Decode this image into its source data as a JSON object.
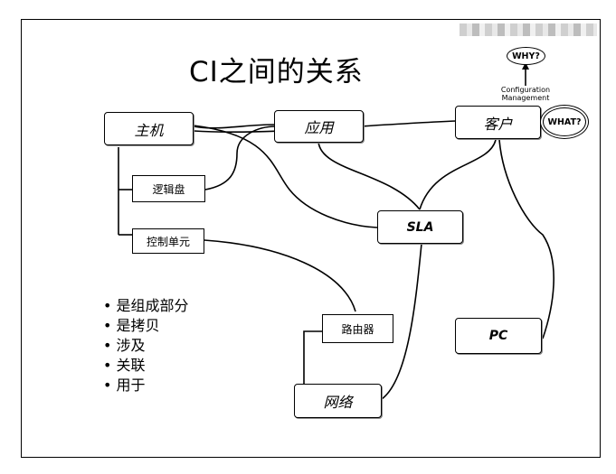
{
  "slide": {
    "title": "CI之间的关系"
  },
  "nodes": {
    "host": "主机",
    "app": "应用",
    "customer": "客户",
    "logical_disk": "逻辑盘",
    "control_unit": "控制单元",
    "sla": "SLA",
    "router": "路由器",
    "pc": "PC",
    "network": "网络"
  },
  "annotations": {
    "why": "WHY?",
    "what": "WHAT?",
    "config_mgmt": [
      "Configuration",
      "Management"
    ]
  },
  "legend": {
    "items": [
      "是组成部分",
      "是拷贝",
      "涉及",
      "关联",
      "用于"
    ]
  }
}
